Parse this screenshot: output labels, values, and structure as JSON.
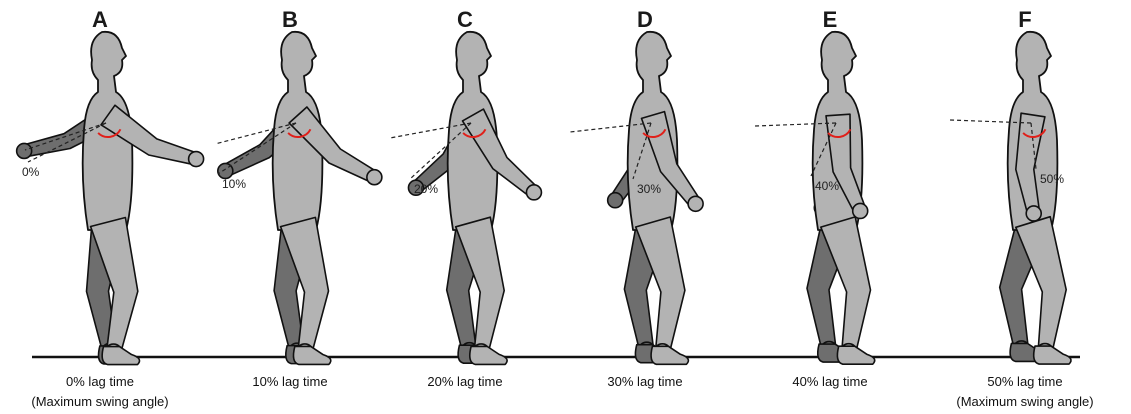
{
  "panels": [
    {
      "letter": "A",
      "percent_label": "0%",
      "caption": "0% lag time",
      "caption_sub": "(Maximum swing angle)",
      "lag": 0
    },
    {
      "letter": "B",
      "percent_label": "10%",
      "caption": "10% lag time",
      "caption_sub": "",
      "lag": 0.1
    },
    {
      "letter": "C",
      "percent_label": "20%",
      "caption": "20% lag time",
      "caption_sub": "",
      "lag": 0.2
    },
    {
      "letter": "D",
      "percent_label": "30%",
      "caption": "30% lag time",
      "caption_sub": "",
      "lag": 0.3
    },
    {
      "letter": "E",
      "percent_label": "40%",
      "caption": "40% lag time",
      "caption_sub": "",
      "lag": 0.4
    },
    {
      "letter": "F",
      "percent_label": "50%",
      "caption": "50% lag time",
      "caption_sub": "(Maximum swing angle)",
      "lag": 0.5
    }
  ],
  "colors": {
    "body_light": "#b3b3b3",
    "body_dark": "#6e6e6e",
    "outline": "#111111",
    "angle_arc": "#e0201a",
    "dash_line": "#222222",
    "ground": "#111111"
  }
}
